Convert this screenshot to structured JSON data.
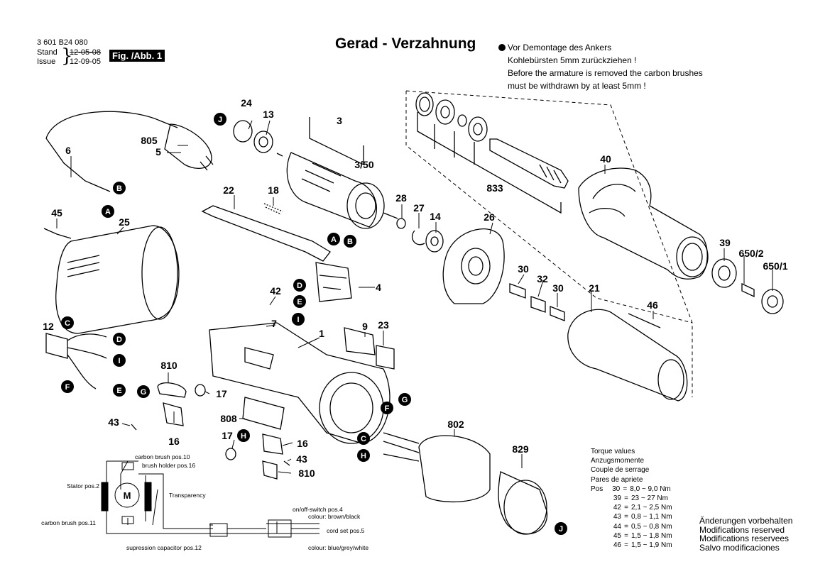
{
  "header": {
    "doc_number": "3 601 B24 080",
    "stand_label": "Stand",
    "issue_label": "Issue",
    "stand_date": "12-05-08",
    "issue_date": "12-09-05",
    "fig_label": "Fig. /Abb. 1",
    "title": "Gerad - Verzahnung"
  },
  "note": {
    "line_de_1": "Vor Demontage des Ankers",
    "line_de_2": "Kohlebürsten 5mm zurückziehen !",
    "line_en_1": "Before the armature is removed the carbon brushes",
    "line_en_2": "must be withdrawn by at least 5mm !"
  },
  "part_labels": [
    {
      "id": "p24",
      "text": "24"
    },
    {
      "id": "p13",
      "text": "13"
    },
    {
      "id": "p3",
      "text": "3"
    },
    {
      "id": "p3_50",
      "text": "3/50"
    },
    {
      "id": "p805",
      "text": "805"
    },
    {
      "id": "p5",
      "text": "5"
    },
    {
      "id": "p6",
      "text": "6"
    },
    {
      "id": "p22",
      "text": "22"
    },
    {
      "id": "p18",
      "text": "18"
    },
    {
      "id": "p28",
      "text": "28"
    },
    {
      "id": "p27",
      "text": "27"
    },
    {
      "id": "p14",
      "text": "14"
    },
    {
      "id": "p26",
      "text": "26"
    },
    {
      "id": "p833",
      "text": "833"
    },
    {
      "id": "p40",
      "text": "40"
    },
    {
      "id": "p39",
      "text": "39"
    },
    {
      "id": "p650_2",
      "text": "650/2"
    },
    {
      "id": "p650_1",
      "text": "650/1"
    },
    {
      "id": "p45",
      "text": "45"
    },
    {
      "id": "p25",
      "text": "25"
    },
    {
      "id": "p4",
      "text": "4"
    },
    {
      "id": "p42",
      "text": "42"
    },
    {
      "id": "p7",
      "text": "7"
    },
    {
      "id": "p1",
      "text": "1"
    },
    {
      "id": "p9",
      "text": "9"
    },
    {
      "id": "p23",
      "text": "23"
    },
    {
      "id": "p30a",
      "text": "30"
    },
    {
      "id": "p32",
      "text": "32"
    },
    {
      "id": "p30b",
      "text": "30"
    },
    {
      "id": "p21",
      "text": "21"
    },
    {
      "id": "p46",
      "text": "46"
    },
    {
      "id": "p12",
      "text": "12"
    },
    {
      "id": "p810a",
      "text": "810"
    },
    {
      "id": "p17a",
      "text": "17"
    },
    {
      "id": "p808",
      "text": "808"
    },
    {
      "id": "p43a",
      "text": "43"
    },
    {
      "id": "p16a",
      "text": "16"
    },
    {
      "id": "p17b",
      "text": "17"
    },
    {
      "id": "p16b",
      "text": "16"
    },
    {
      "id": "p43b",
      "text": "43"
    },
    {
      "id": "p810b",
      "text": "810"
    },
    {
      "id": "p802",
      "text": "802"
    },
    {
      "id": "p829",
      "text": "829"
    }
  ],
  "connectors": [
    {
      "id": "cJ1",
      "letter": "J"
    },
    {
      "id": "cB1",
      "letter": "B"
    },
    {
      "id": "cA1",
      "letter": "A"
    },
    {
      "id": "cA2",
      "letter": "A"
    },
    {
      "id": "cB2",
      "letter": "B"
    },
    {
      "id": "cD1",
      "letter": "D"
    },
    {
      "id": "cE1",
      "letter": "E"
    },
    {
      "id": "cI1",
      "letter": "I"
    },
    {
      "id": "cC1",
      "letter": "C"
    },
    {
      "id": "cD2",
      "letter": "D"
    },
    {
      "id": "cI2",
      "letter": "I"
    },
    {
      "id": "cF1",
      "letter": "F"
    },
    {
      "id": "cE2",
      "letter": "E"
    },
    {
      "id": "cG1",
      "letter": "G"
    },
    {
      "id": "cH1",
      "letter": "H"
    },
    {
      "id": "cG2",
      "letter": "G"
    },
    {
      "id": "cF2",
      "letter": "F"
    },
    {
      "id": "cC2",
      "letter": "C"
    },
    {
      "id": "cH2",
      "letter": "H"
    },
    {
      "id": "cJ2",
      "letter": "J"
    }
  ],
  "wiring": {
    "carbon_brush_10": "carbon brush pos.10",
    "brush_holder_16": "brush holder pos.16",
    "stator": "Stator pos.2",
    "motor_symbol": "M",
    "transparency": "Transparency",
    "carbon_brush_11": "carbon brush pos.11",
    "capacitor": "supression capacitor pos.12",
    "switch": "on/off-switch pos.4",
    "colour_1": "colour: brown/black",
    "cord_set": "cord set pos.5",
    "colour_2": "colour: blue/grey/white"
  },
  "torque": {
    "heading": [
      "Torque values",
      "Anzugsmomente",
      "Couple de serrage",
      "Pares de apriete"
    ],
    "pos_label": "Pos",
    "rows": [
      {
        "pos": "30",
        "eq": "=",
        "value": "8,0 ~ 9,0 Nm"
      },
      {
        "pos": "39",
        "eq": "=",
        "value": "23 ~ 27 Nm"
      },
      {
        "pos": "42",
        "eq": "=",
        "value": "2,1 ~ 2,5 Nm"
      },
      {
        "pos": "43",
        "eq": "=",
        "value": "0,8 ~ 1,1 Nm"
      },
      {
        "pos": "44",
        "eq": "=",
        "value": "0,5 ~ 0,8 Nm"
      },
      {
        "pos": "45",
        "eq": "=",
        "value": "1,5 ~ 1,8 Nm"
      },
      {
        "pos": "46",
        "eq": "=",
        "value": "1,5 ~ 1,9 Nm"
      }
    ]
  },
  "changes": [
    "Änderungen vorbehalten",
    "Modifications reserved",
    "Modifications reservees",
    "Salvo modificaciones"
  ]
}
